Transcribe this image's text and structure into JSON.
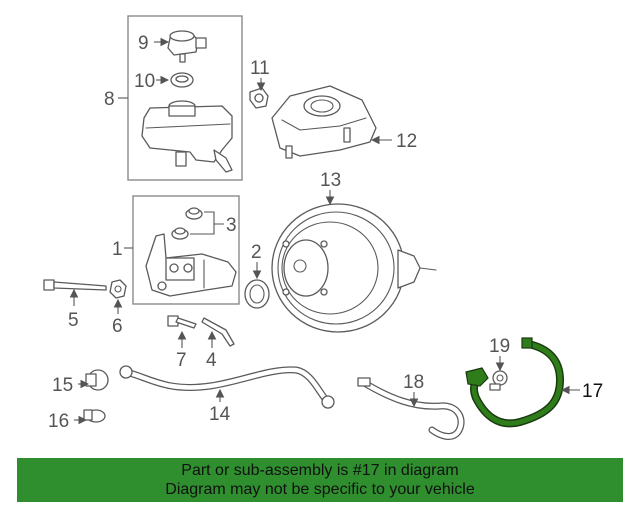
{
  "diagram": {
    "highlight_color": "#2e7d1a",
    "callouts": {
      "c1": "1",
      "c2": "2",
      "c3": "3",
      "c4": "4",
      "c5": "5",
      "c6": "6",
      "c7": "7",
      "c8": "8",
      "c9": "9",
      "c10": "10",
      "c11": "11",
      "c12": "12",
      "c13": "13",
      "c14": "14",
      "c15": "15",
      "c16": "16",
      "c17": "17",
      "c18": "18",
      "c19": "19"
    }
  },
  "banner": {
    "color": "#2f8f2f",
    "line1": "Part or sub-assembly is #17 in diagram",
    "line2": "Diagram may not be specific to your vehicle"
  }
}
